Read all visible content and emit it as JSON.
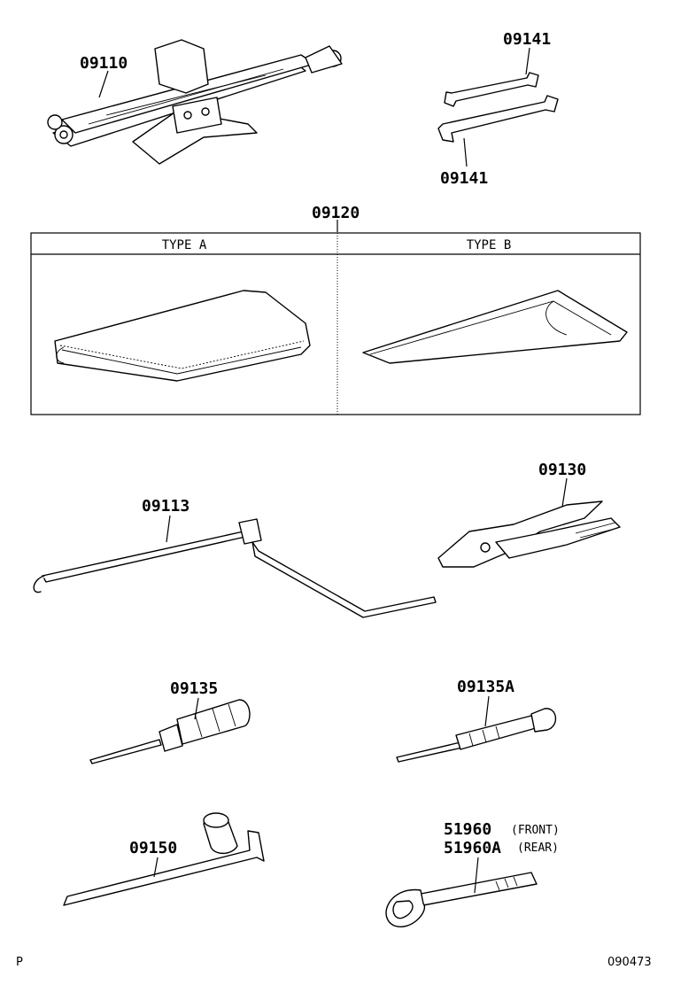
{
  "labels": {
    "jack": "09110",
    "wrench_top": "09141",
    "wrench_bottom": "09141",
    "tool_bag": "09120",
    "handle": "09113",
    "pliers": "09130",
    "screwdriver": "09135",
    "screwdriver_a": "09135A",
    "socket_wrench": "09150",
    "tow_hook_front": "51960",
    "tow_hook_rear": "51960A"
  },
  "notes": {
    "front": "(FRONT)",
    "rear": "(REAR)"
  },
  "table": {
    "type_a": "TYPE A",
    "type_b": "TYPE B"
  },
  "footer": {
    "left": "P",
    "right": "090473"
  }
}
